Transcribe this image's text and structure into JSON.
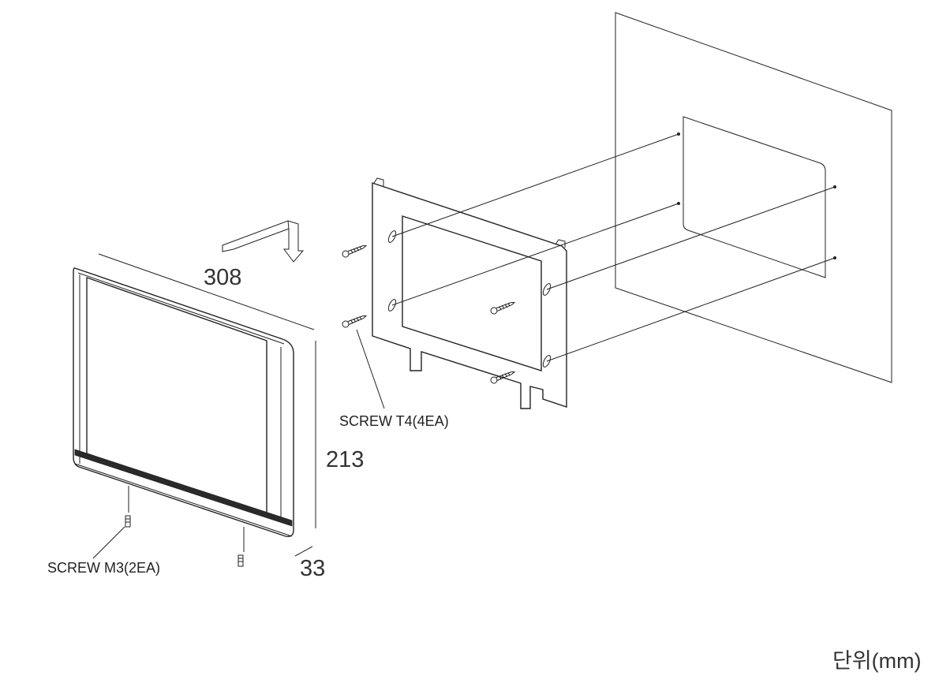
{
  "dimensions": {
    "width": "308",
    "height": "213",
    "depth": "33"
  },
  "callouts": {
    "screw_t4": "SCREW T4(4EA)",
    "screw_m3": "SCREW M3(2EA)"
  },
  "unit_label": "단위(mm)",
  "colors": {
    "line": "#222222",
    "frame_fill": "#ffffff",
    "bezel_band": "#2a2a2a"
  }
}
